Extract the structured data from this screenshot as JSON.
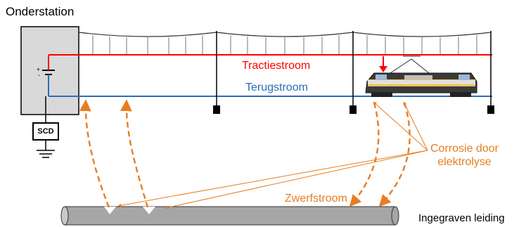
{
  "title": "Onderstation",
  "labels": {
    "traction_current": "Tractiestroom",
    "return_current": "Terugstroom",
    "corrosion_line1": "Corrosie door",
    "corrosion_line2": "elektrolyse",
    "stray_current": "Zwerfstroom",
    "buried_pipe": "Ingegraven leiding",
    "scd": "SCD",
    "battery_plus": "+",
    "battery_minus": "-"
  },
  "colors": {
    "traction": "#ff0000",
    "return": "#2e6db4",
    "stray": "#e67e22",
    "substation": "#d9d9d9",
    "pipe": "#a6a6a6"
  }
}
